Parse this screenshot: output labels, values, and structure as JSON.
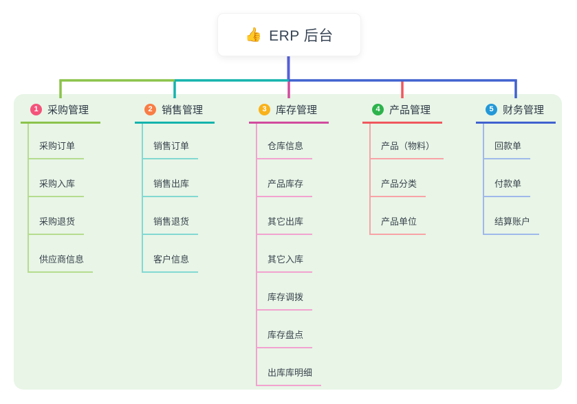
{
  "root": {
    "emoji": "👍",
    "icon": "thumbs-up-icon",
    "label": "ERP 后台"
  },
  "branches": [
    {
      "index": "1",
      "label": "采购管理",
      "badge_color": "#f4537a",
      "line_color": "#8bc34a",
      "child_line_color": "#b5dc8e",
      "children": [
        "采购订单",
        "采购入库",
        "采购退货",
        "供应商信息"
      ]
    },
    {
      "index": "2",
      "label": "销售管理",
      "badge_color": "#f97d45",
      "line_color": "#14b3ac",
      "child_line_color": "#82d9d2",
      "children": [
        "销售订单",
        "销售出库",
        "销售退货",
        "客户信息"
      ]
    },
    {
      "index": "3",
      "label": "库存管理",
      "badge_color": "#f9b21a",
      "line_color": "#d14b9e",
      "child_line_color": "#f2a2cf",
      "children": [
        "仓库信息",
        "产品库存",
        "其它出库",
        "其它入库",
        "库存调拨",
        "库存盘点",
        "出库库明细"
      ]
    },
    {
      "index": "4",
      "label": "产品管理",
      "badge_color": "#2db34c",
      "line_color": "#f0575e",
      "child_line_color": "#f8a3a6",
      "children": [
        "产品（物料）",
        "产品分类",
        "产品单位"
      ]
    },
    {
      "index": "5",
      "label": "财务管理",
      "badge_color": "#2398d8",
      "line_color": "#4061cf",
      "child_line_color": "#9fb9ea",
      "children": [
        "回款单",
        "付款单",
        "结算账户"
      ]
    }
  ],
  "colors": {
    "panel_bg": "#e8f5e7",
    "trunk_line": "#5560d8",
    "card_bg": "#ffffff",
    "title_text": "#3a4656",
    "header_text": "#2e3945",
    "child_text": "#3a444e"
  }
}
